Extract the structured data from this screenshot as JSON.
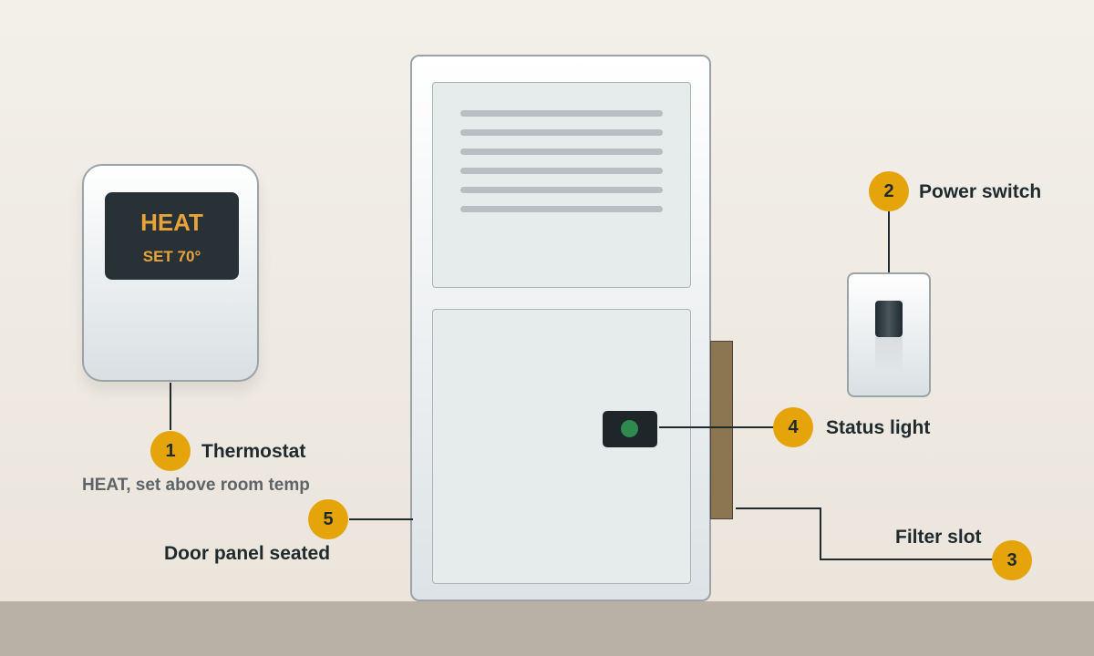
{
  "thermostat": {
    "mode": "HEAT",
    "setpoint": "SET 70°",
    "label": "Thermostat",
    "note": "HEAT, set above room temp"
  },
  "callouts": [
    {
      "number": "1",
      "label": "Thermostat"
    },
    {
      "number": "2",
      "label": "Power switch"
    },
    {
      "number": "3",
      "label": "Filter slot"
    },
    {
      "number": "4",
      "label": "Status light"
    },
    {
      "number": "5",
      "label": "Door panel seated"
    }
  ],
  "colors": {
    "badge": "#e5a50a",
    "display_text": "#e8a33b",
    "status_led": "#2e8a4f",
    "filter": "#8b7651"
  }
}
